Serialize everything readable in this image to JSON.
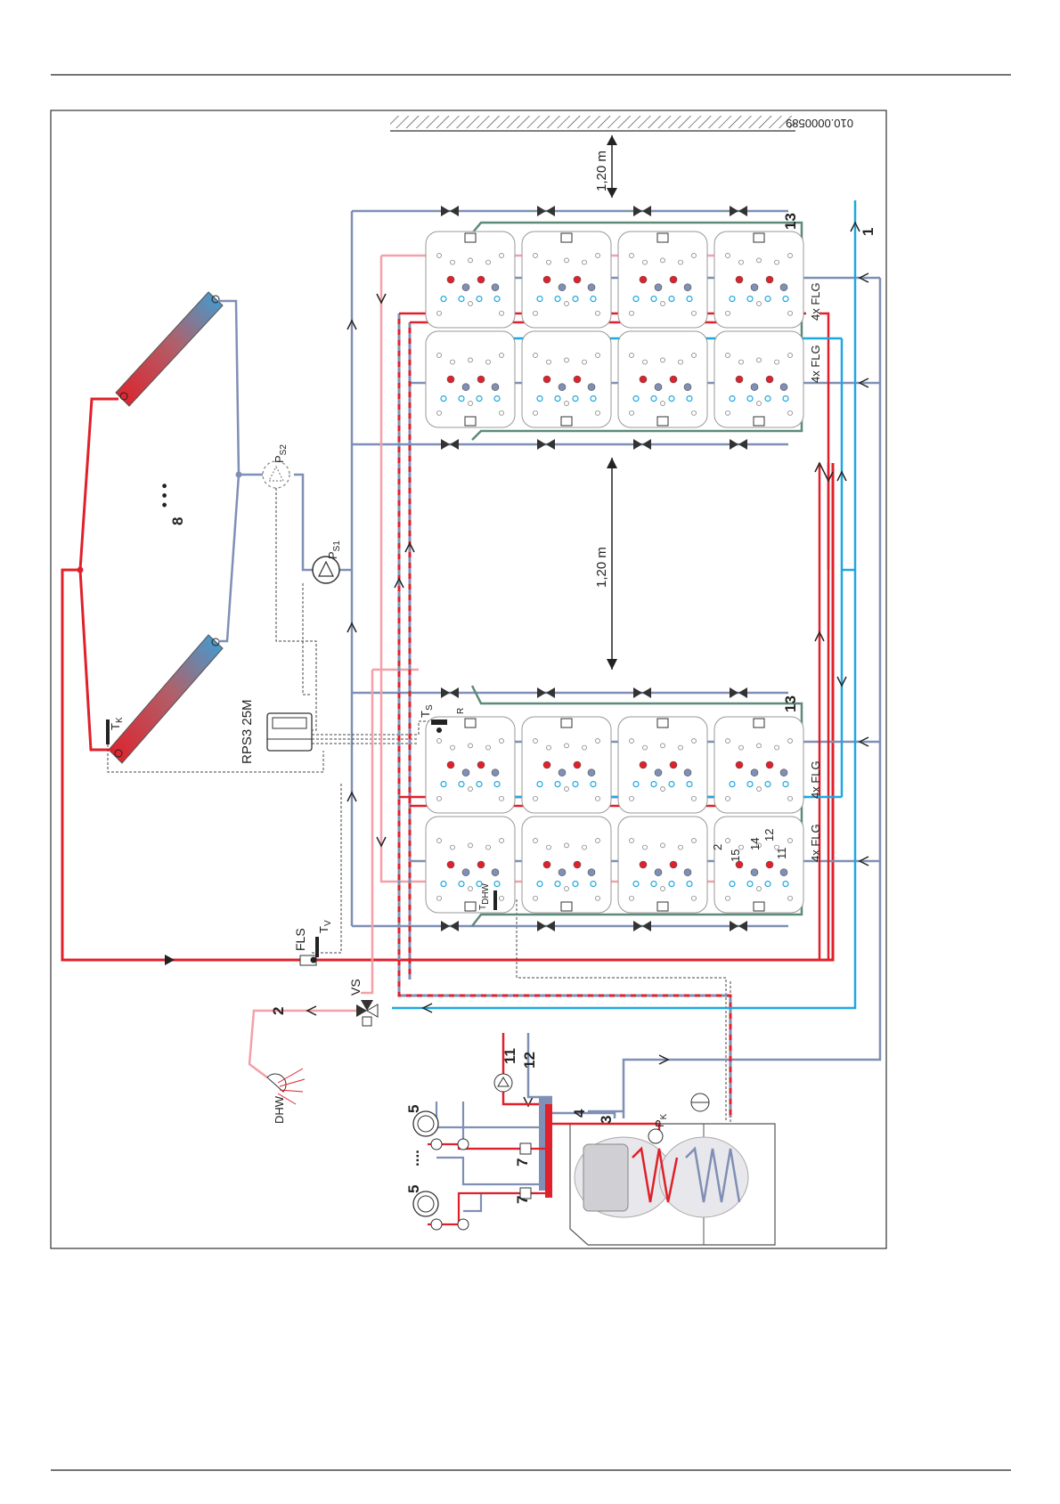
{
  "document": {
    "drawing_id": "010.0000589"
  },
  "colors": {
    "flow_hot": "#e0202a",
    "flow_warm": "#f4a0a8",
    "return_cold": "#7f8fb5",
    "cold_water": "#1ea8e0",
    "loop_green": "#5e8a7a",
    "signal": "#444444"
  },
  "labels": {
    "dim_top": "1,20 m",
    "dim_middle": "1,20 m",
    "collector_count": "8",
    "controller": "RPS3 25M",
    "pump_ps1": "P",
    "pump_ps1_sub": "S1",
    "pump_ps2": "P",
    "pump_ps2_sub": "S2",
    "sensor_tk": "T",
    "sensor_tk_sub": "K",
    "sensor_ts": "T",
    "sensor_ts_sub": "S",
    "sensor_r": "R",
    "sensor_tv": "T",
    "sensor_tv_sub": "V",
    "sensor_tdhw": "T",
    "sensor_tdhw_sub": "DHW",
    "fls": "FLS",
    "vs": "VS",
    "dhw": "DHW",
    "pk": "P",
    "pk_sub": "K",
    "flg_top_1": "4x FLG",
    "flg_top_2": "4x FLG",
    "flg_bottom_1": "4x FLG",
    "flg_bottom_2": "4x FLG",
    "num_1": "1",
    "num_2_out": "2",
    "num_2_tank": "2",
    "num_3": "3",
    "num_4": "4",
    "num_5a": "5",
    "num_5b": "5",
    "num_7a": "7",
    "num_7b": "7",
    "num_11": "11",
    "num_11_tank": "11",
    "num_12": "12",
    "num_12_tank": "12",
    "num_13_top": "13",
    "num_13_bottom": "13",
    "num_14": "14",
    "num_15": "15",
    "dots": "...."
  }
}
